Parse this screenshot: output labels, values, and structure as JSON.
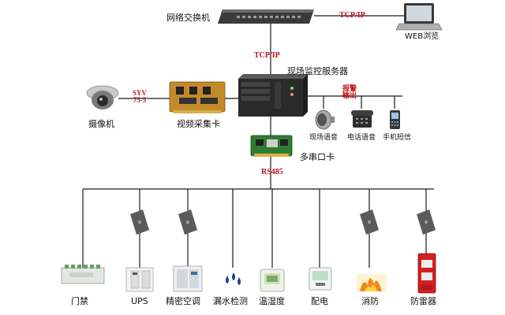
{
  "top": {
    "switch_label": "网络交换机",
    "web_label": "WEB浏览",
    "link_top": "TCP/IP",
    "link_mid": "TCP/IP"
  },
  "middle": {
    "server_label": "现场监控服务器",
    "camera_label": "摄像机",
    "capture_label": "视频采集卡",
    "syv_line1": "SYV",
    "syv_line2": "75-5",
    "alarm_line1": "报警",
    "alarm_line2": "输出",
    "alarm_outputs": [
      "现场语音",
      "电话语音",
      "手机短信"
    ],
    "serial_label": "多串口卡",
    "bus_label": "RS485"
  },
  "devices": [
    {
      "label": "门禁"
    },
    {
      "label": "UPS"
    },
    {
      "label": "精密空调"
    },
    {
      "label": "漏水检测"
    },
    {
      "label": "温湿度"
    },
    {
      "label": "配电"
    },
    {
      "label": "消防"
    },
    {
      "label": "防雷器"
    }
  ],
  "colors": {
    "accent_red": "#c0141a",
    "line": "#1a1a1a",
    "server_dark": "#2a2a2a",
    "pcb_green": "#2e7d32"
  }
}
